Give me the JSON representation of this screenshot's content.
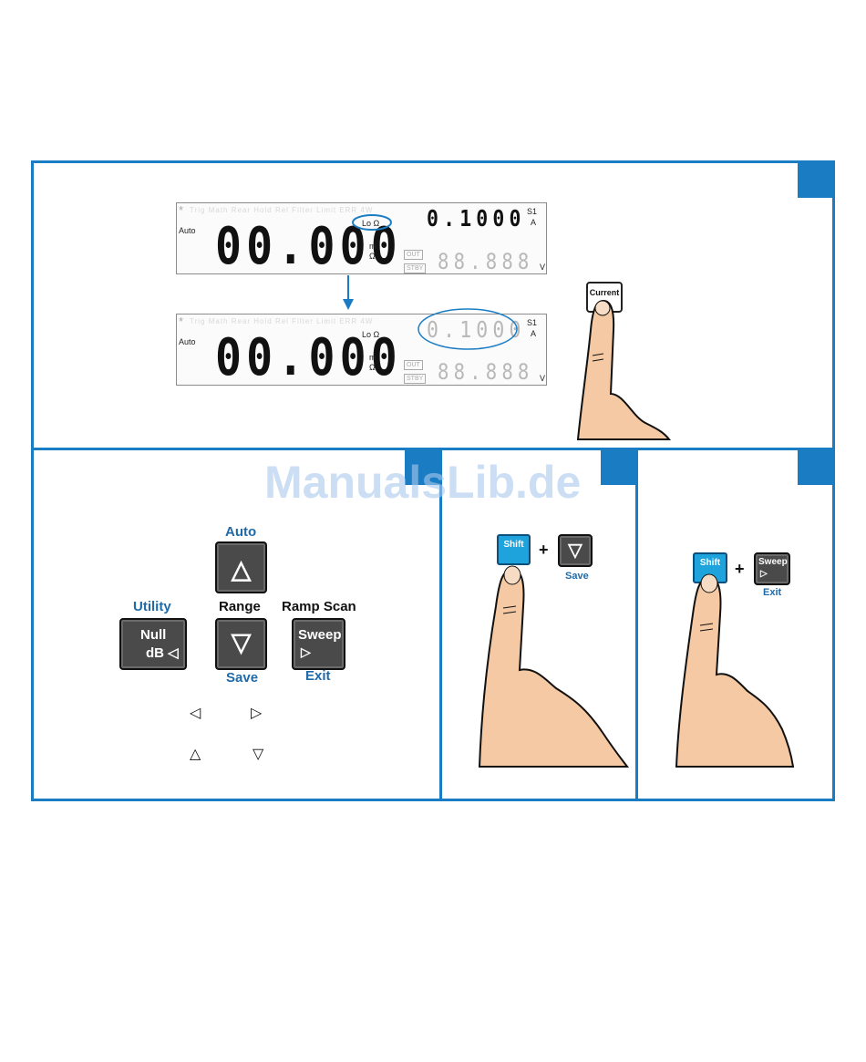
{
  "watermark": "ManualsLib.de",
  "display": {
    "auto": "Auto",
    "main_reading": "00.000",
    "lo_ohm": "Lo Ω",
    "unit_m": "m",
    "unit_ohm": "Ω",
    "secondary_reading": "0.1000",
    "s1": "S1",
    "unit_a": "A",
    "out": "OUT",
    "stby": "STBY",
    "third_reading": "88.888",
    "unit_v": "V",
    "asterisk": "*",
    "ghost_row": "Trig  Math  Rear  Hold  Rel  Filter  Limit  ERR  4W"
  },
  "current_key": "Current",
  "keypad": {
    "auto": "Auto",
    "utility": "Utility",
    "range": "Range",
    "ramp_scan": "Ramp Scan",
    "null": "Null",
    "db": "dB ◁",
    "sweep": "Sweep",
    "sweep_arrow": "▷",
    "save": "Save",
    "exit": "Exit",
    "up_symbol": "△",
    "down_symbol": "▽",
    "left_symbol": "◁",
    "right_symbol": "▷"
  },
  "shift_save": {
    "shift": "Shift",
    "plus": "+",
    "down": "▽",
    "save": "Save"
  },
  "shift_sweep": {
    "shift": "Shift",
    "plus": "+",
    "sweep": "Sweep",
    "sweep_arrow": "▷",
    "exit": "Exit"
  },
  "colors": {
    "accent": "#1a7dc4",
    "key_dark": "#4a4a4a",
    "shift_blue": "#1ea3dc",
    "skin": "#f4c9a4"
  }
}
